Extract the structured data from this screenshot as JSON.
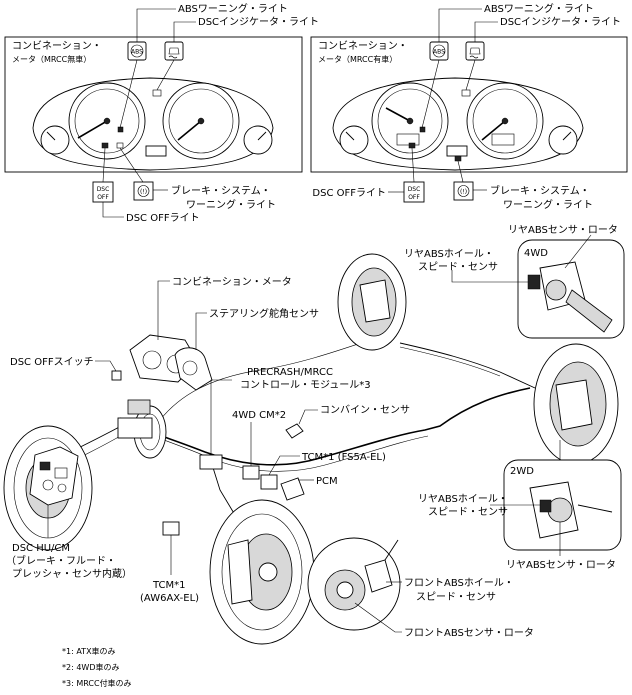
{
  "meters": [
    {
      "title_line1": "コンビネーション・",
      "title_line2": "メータ（MRCC無車）",
      "abs_warning": "ABSワーニング・ライト",
      "dsc_indicator": "DSCインジケータ・ライト",
      "brake_line1": "ブレーキ・システム・",
      "brake_line2": "ワーニング・ライト",
      "dsc_off_light": "DSC OFFライト"
    },
    {
      "title_line1": "コンビネーション・",
      "title_line2": "メータ（MRCC有車）",
      "abs_warning": "ABSワーニング・ライト",
      "dsc_indicator": "DSCインジケータ・ライト",
      "brake_line1": "ブレーキ・システム・",
      "brake_line2": "ワーニング・ライト",
      "dsc_off_light": "DSC OFFライト"
    }
  ],
  "icons": {
    "abs": "ABS",
    "dsc_off_1": "DSC",
    "dsc_off_2": "OFF",
    "brake": "(!)"
  },
  "labels": {
    "combination_meter": "コンビネーション・メータ",
    "steering_sensor": "ステアリング舵角センサ",
    "dsc_off_switch": "DSC OFFスイッチ",
    "precrash_line1": "PRECRASH/MRCC",
    "precrash_line2": "コントロール・モジュール*3",
    "cm4wd": "4WD CM*2",
    "combine_sensor": "コンバイン・センサ",
    "tcm_fs5a": "TCM*1 (FS5A-EL)",
    "pcm": "PCM",
    "dsc_hu_line1": "DSC HU/CM",
    "dsc_hu_line2": "（ブレーキ・フルード・",
    "dsc_hu_line3": "プレッシャ・センサ内蔵）",
    "tcm_aw6ax_line1": "TCM*1",
    "tcm_aw6ax_line2": "(AW6AX-EL)",
    "front_abs_wheel_line1": "フロントABSホイール・",
    "front_abs_wheel_line2": "スピード・センサ",
    "front_abs_rotor": "フロントABSセンサ・ロータ",
    "rear_abs_rotor_top": "リヤABSセンサ・ロータ",
    "rear_abs_wheel_4wd_line1": "リヤABSホイール・",
    "rear_abs_wheel_4wd_line2": "スピード・センサ",
    "inset_4wd": "4WD",
    "inset_2wd": "2WD",
    "rear_abs_wheel_2wd_line1": "リヤABSホイール・",
    "rear_abs_wheel_2wd_line2": "スピード・センサ",
    "rear_abs_rotor_bottom": "リヤABSセンサ・ロータ"
  },
  "footnotes": [
    "*1:  ATX車のみ",
    "*2:  4WD車のみ",
    "*3:  MRCC付車のみ"
  ]
}
